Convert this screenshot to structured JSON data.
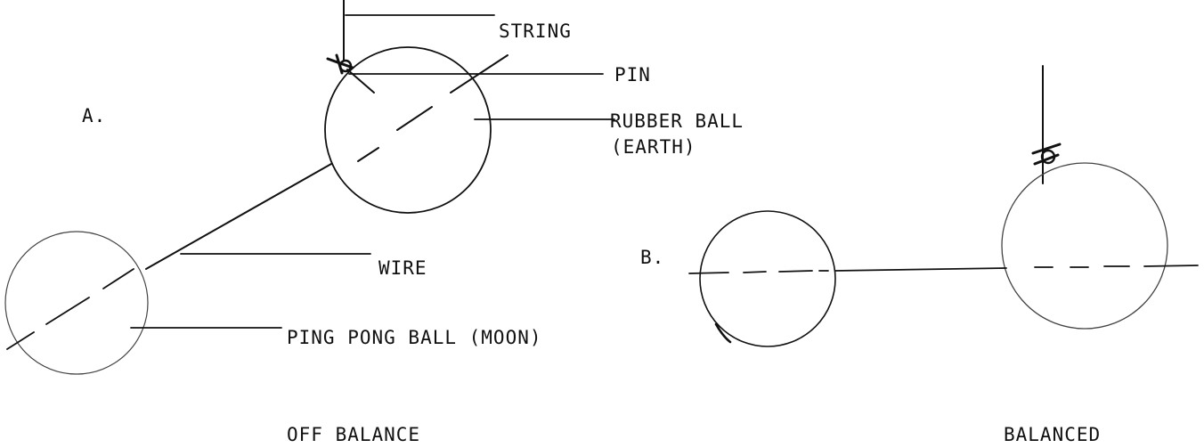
{
  "diagram_a": {
    "panel_label": "A.",
    "caption": "OFF BALANCE",
    "labels": {
      "string": "STRING",
      "pin": "PIN",
      "rubber_ball_line1": "RUBBER BALL",
      "rubber_ball_line2": "(EARTH)",
      "wire": "WIRE",
      "ping_pong": "PING PONG BALL (MOON)"
    }
  },
  "diagram_b": {
    "panel_label": "B.",
    "caption": "BALANCED"
  }
}
